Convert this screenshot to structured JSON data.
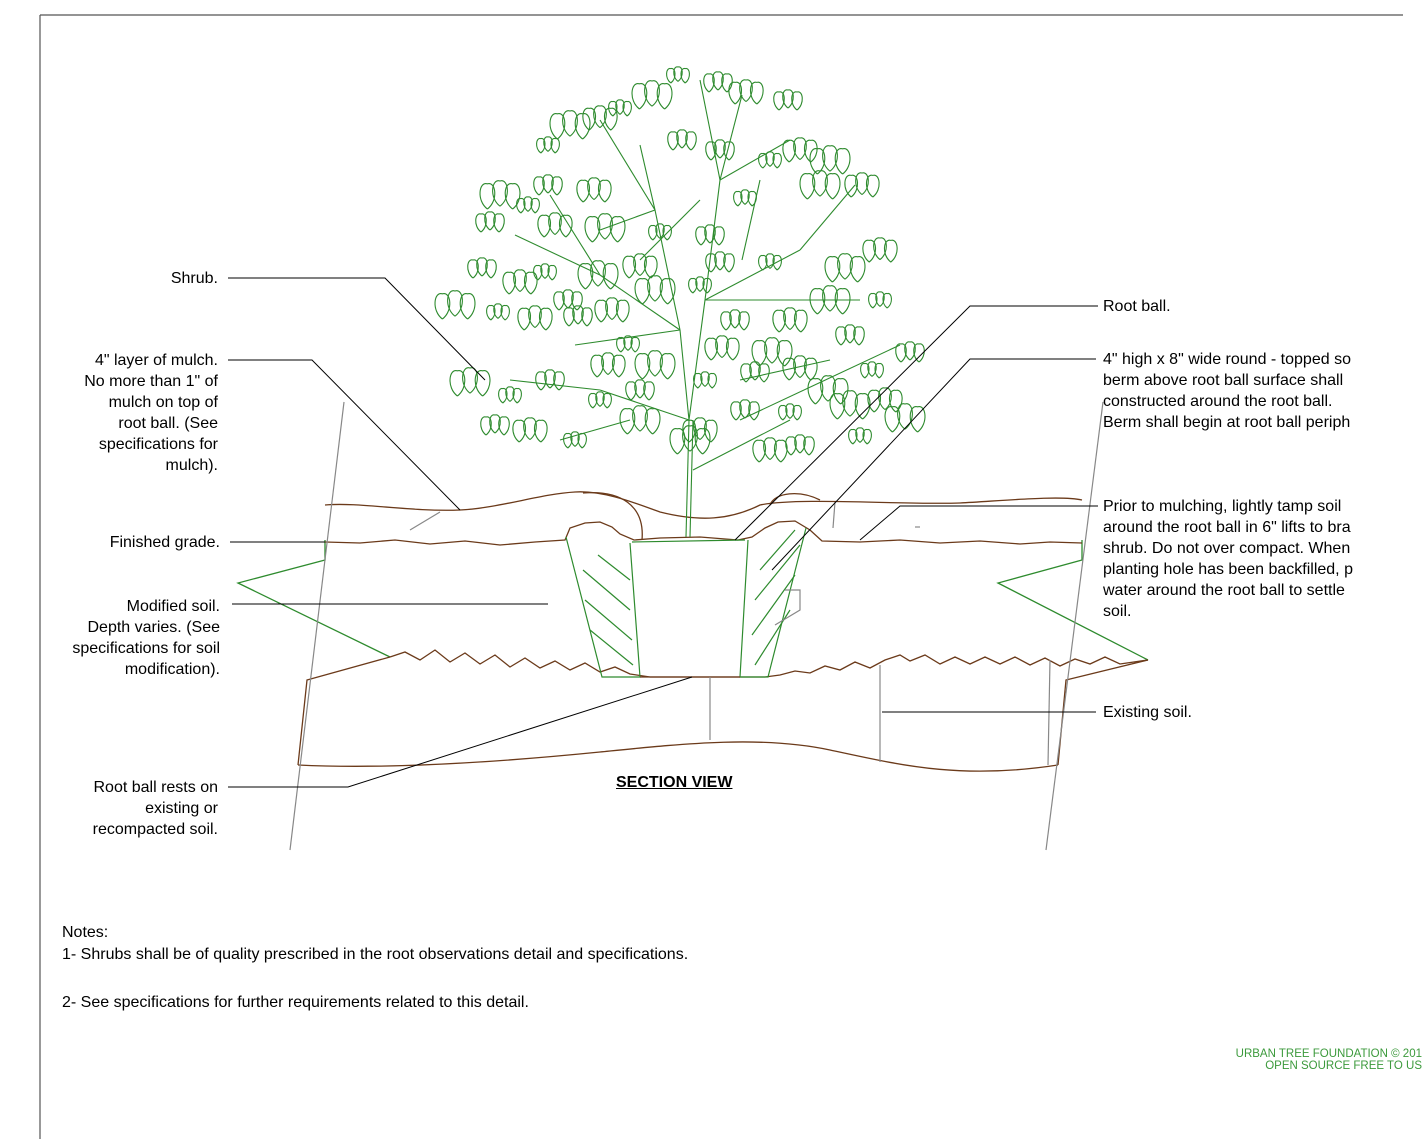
{
  "title": "SECTION VIEW",
  "colors": {
    "plant": "#2e8b2e",
    "soil": "#6b3a1a",
    "leader": "#000000",
    "frame": "#555555",
    "hatch": "#888888",
    "credit": "#3c9a3c"
  },
  "callouts": {
    "shrub": [
      "Shrub."
    ],
    "mulch": [
      "4\" layer of mulch.",
      "No more than 1\" of",
      "mulch on top of",
      "root ball. (See",
      "specifications for",
      "mulch)."
    ],
    "finished_grade": [
      "Finished grade."
    ],
    "modified_soil": [
      "Modified soil.",
      "Depth varies. (See",
      "specifications for soil",
      "modification)."
    ],
    "root_ball_rests": [
      "Root ball rests on",
      "existing or",
      "recompacted soil."
    ],
    "root_ball": [
      "Root ball."
    ],
    "berm": [
      "4\" high x 8\" wide round - topped so",
      "berm above root ball surface shall",
      "constructed around the root ball.",
      "Berm shall begin at root ball periph"
    ],
    "prior_mulching": [
      "Prior to mulching, lightly tamp soil",
      "around the root ball in 6\" lifts to bra",
      "shrub. Do not over compact. When",
      "planting hole has been backfilled, p",
      "water around the root ball to settle",
      "soil."
    ],
    "existing_soil": [
      "Existing soil."
    ]
  },
  "notes": {
    "heading": "Notes:",
    "items": [
      "1- Shrubs shall be of quality prescribed in the root observations detail and specifications.",
      "2- See specifications for further requirements related to this detail."
    ]
  },
  "credit": [
    "URBAN TREE FOUNDATION © 201",
    "OPEN SOURCE FREE TO US"
  ]
}
